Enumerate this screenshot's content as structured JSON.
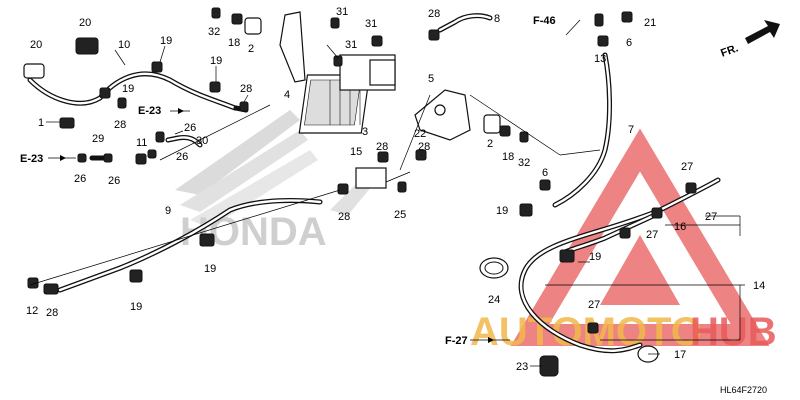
{
  "diagram": {
    "code": "HL64F2720",
    "direction_label": "FR.",
    "brand_logo_text": "HONDA",
    "watermark": {
      "part1": "AUTOMOTO",
      "part2": "HUB"
    },
    "refs": {
      "e23_a": "E-23",
      "e23_b": "E-23",
      "f46": "F-46",
      "f27": "F-27"
    },
    "callouts": {
      "c20a": "20",
      "c20b": "20",
      "c10": "10",
      "c19a": "19",
      "c19b": "19",
      "c19c": "19",
      "c28a": "28",
      "c1": "1",
      "c26a": "26",
      "c30": "30",
      "c29": "29",
      "c26b": "26",
      "c26c": "26",
      "c26d": "26",
      "c11": "11",
      "c32a": "32",
      "c18a": "18",
      "c2a": "2",
      "c31a": "31",
      "c31b": "31",
      "c31c": "31",
      "c28b": "28",
      "c8": "8",
      "c4": "4",
      "c3": "3",
      "c5": "5",
      "c22": "22",
      "c28c": "28",
      "c15": "15",
      "c28d": "28",
      "c25": "25",
      "c9": "9",
      "c19d": "19",
      "c12": "12",
      "c28e": "28",
      "c19e": "19",
      "c2b": "2",
      "c18b": "18",
      "c32b": "32",
      "c6a": "6",
      "c19f": "19",
      "c21": "21",
      "c6b": "6",
      "c13": "13",
      "c7": "7",
      "c27a": "27",
      "c27b": "27",
      "c16": "16",
      "c27c": "27",
      "c19g": "19",
      "c14": "14",
      "c24": "24",
      "c27d": "27",
      "c17": "17",
      "c23": "23",
      "c28f": "28",
      "c28g": "28"
    }
  }
}
